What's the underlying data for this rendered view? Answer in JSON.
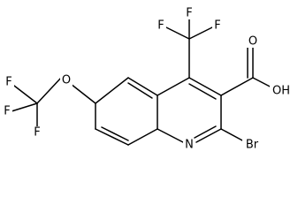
{
  "molecule": {
    "labels": {
      "f_top_left": "F",
      "f_top_center": "F",
      "f_top_right": "F",
      "f_left_top": "F",
      "f_left_middle": "F",
      "f_left_bottom": "F",
      "ether_oxygen": "O",
      "carbonyl_oxygen": "O",
      "hydroxyl": "OH",
      "ring_nitrogen": "N",
      "bromine": "Br"
    }
  }
}
